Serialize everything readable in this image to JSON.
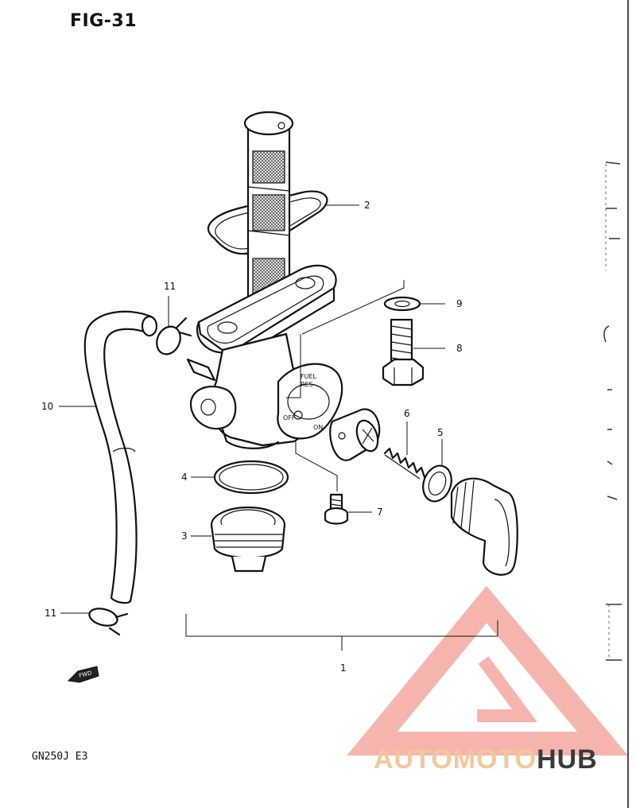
{
  "figure": {
    "title": "FIG-31",
    "model": "GN250J  E3"
  },
  "callouts": [
    {
      "number": "1",
      "part": "fuel-cock-assembly"
    },
    {
      "number": "2",
      "part": "o-ring-large"
    },
    {
      "number": "3",
      "part": "filter-cup"
    },
    {
      "number": "4",
      "part": "o-ring-cup"
    },
    {
      "number": "5",
      "part": "gasket-lever"
    },
    {
      "number": "6",
      "part": "spring"
    },
    {
      "number": "7",
      "part": "screw"
    },
    {
      "number": "8",
      "part": "bolt"
    },
    {
      "number": "9",
      "part": "washer"
    },
    {
      "number": "10",
      "part": "fuel-hose"
    },
    {
      "number": "11",
      "part": "hose-clip"
    },
    {
      "number": "11",
      "part": "hose-clip-lower"
    }
  ],
  "fwd_marker": "FWD",
  "valve_markings": {
    "fuel": "FUEL",
    "res": "RES",
    "off": "OFF",
    "on": "ON"
  },
  "watermark": {
    "part1": "AUTOMOTO",
    "part2": "HUB",
    "color_primary": "#f4a9a0",
    "color_accent": "#f2c79a",
    "color_dark": "#3a3a3a"
  }
}
